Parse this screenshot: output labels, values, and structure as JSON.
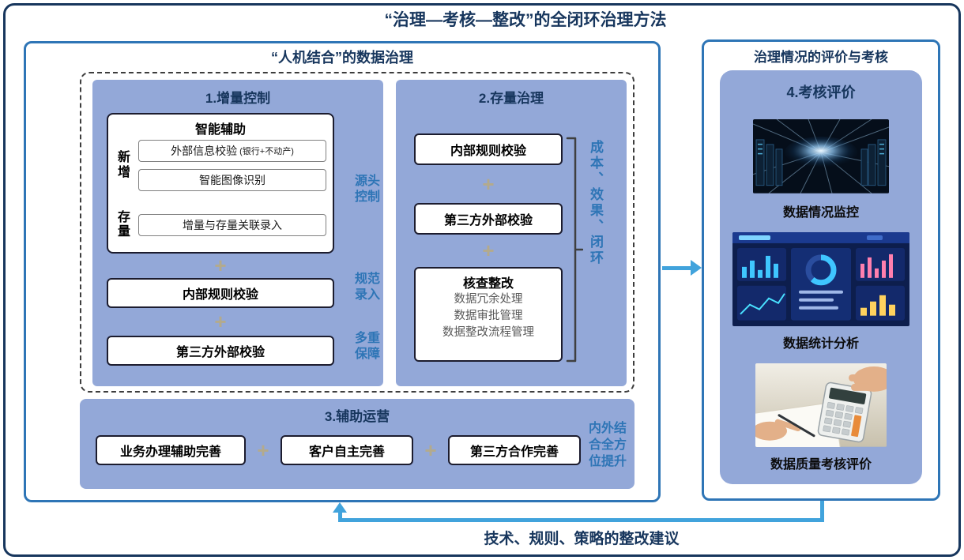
{
  "page": {
    "title": "“治理—考核—整改”的全闭环治理方法",
    "bottom_feedback_label": "技术、规则、策略的整改建议"
  },
  "symbols": {
    "plus": "+"
  },
  "colors": {
    "outer_border": "#17365D",
    "panel_border": "#2E75B6",
    "panel_fill": "#93A8D8",
    "side_label_blue": "#2E75B6",
    "arrow_blue": "#41A3DC",
    "plus_tan": "#B3AA8C"
  },
  "left_panel": {
    "title": "“人机结合”的数据治理",
    "incremental": {
      "title": "1.增量控制",
      "smart_assist": {
        "title": "智能辅助",
        "new_label": "新增",
        "stock_label": "存量",
        "external_check": "外部信息校验",
        "external_check_note": "(银行+不动产)",
        "image_recognition": "智能图像识别",
        "linked_entry": "增量与存量关联录入"
      },
      "boxes": [
        "内部规则校验",
        "第三方外部校验"
      ],
      "side_labels": [
        "源头控制",
        "规范录入",
        "多重保障"
      ]
    },
    "stock": {
      "title": "2.存量治理",
      "boxes": [
        "内部规则校验",
        "第三方外部校验"
      ],
      "check": {
        "title": "核查整改",
        "items": [
          "数据冗余处理",
          "数据审批管理",
          "数据整改流程管理"
        ]
      },
      "side_label": "成本、效果、闭环"
    },
    "aux": {
      "title": "3.辅助运营",
      "boxes": [
        "业务办理辅助完善",
        "客户自主完善",
        "第三方合作完善"
      ],
      "side_label": "内外结合全方位提升"
    }
  },
  "right_panel": {
    "title": "治理情况的评价与考核",
    "box_title": "4.考核评价",
    "captions": [
      "数据情况监控",
      "数据统计分析",
      "数据质量考核评价"
    ]
  }
}
